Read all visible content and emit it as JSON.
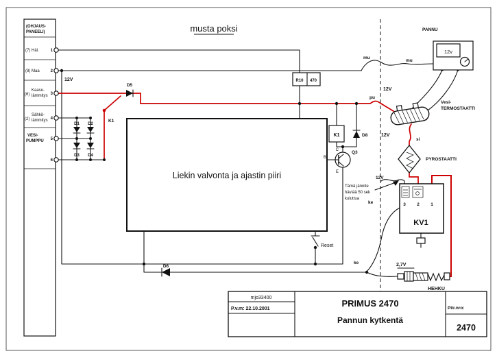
{
  "diagram": {
    "title": "musta poksi",
    "section_right": "PANNU"
  },
  "panel": {
    "title_line1": "(OHJAUS-",
    "title_line2": "PANEELI)",
    "terminals": [
      {
        "label": "(7) Häl.",
        "num": "1"
      },
      {
        "label": "(8) Maa",
        "num": "2"
      },
      {
        "prefix": "(6)",
        "line1": "Kaasu-",
        "line2": "lämmitys",
        "num": "3"
      },
      {
        "prefix": "(2)",
        "line1": "Sähkö-",
        "line2": "lämmitys",
        "num": "4"
      },
      {
        "line1": "VESI-",
        "line2": "PUMPPU",
        "num": "5"
      },
      {
        "num": "6"
      }
    ]
  },
  "components": {
    "d5": "D5",
    "k1_switch": "K1",
    "d1": "D1",
    "d2": "D2",
    "d3": "D3",
    "d4": "D4",
    "r10": "R10",
    "r10_value": "470",
    "k1_coil": "K1",
    "d8": "D8",
    "q3": "Q3",
    "q3_c": "C",
    "q3_b": "B",
    "q3_e": "E",
    "main_box": "Liekin valvonta ja ajastin piiri",
    "reset": "Reset",
    "d6": "D6"
  },
  "labels": {
    "v12_left": "12V",
    "mu1": "mu",
    "mu2": "mu",
    "pu": "pu",
    "meter": "12v",
    "v12_thermo_top": "12V",
    "thermostat_line1": "Vesi-",
    "thermostat_line2": "TERMOSTAATTI",
    "v12_thermo_bottom": "12V",
    "si": "si",
    "pyrostaatti": "PYROSTAATTI",
    "v12_kv1": "12V",
    "note_line1": "Tämä jännite",
    "note_line2": "häviää 50 sek",
    "note_line3": "kuluttua",
    "ke1": "ke",
    "ke2": "ke",
    "kv1": "KV1",
    "kv1_t3": "3",
    "kv1_t2": "2",
    "kv1_t1": "1",
    "v27": "2,7V",
    "hehku": "HEHKU"
  },
  "titleblock": {
    "code": "mjo33400",
    "date": "P.v.m: 22.10.2001",
    "title": "PRIMUS 2470",
    "subtitle": "Pannun kytkentä",
    "dwg_label": "Piir.nro:",
    "dwg_no": "2470"
  },
  "colors": {
    "wire": "#1a1a1a",
    "highlight": "#cc0000",
    "background": "#ffffff"
  }
}
